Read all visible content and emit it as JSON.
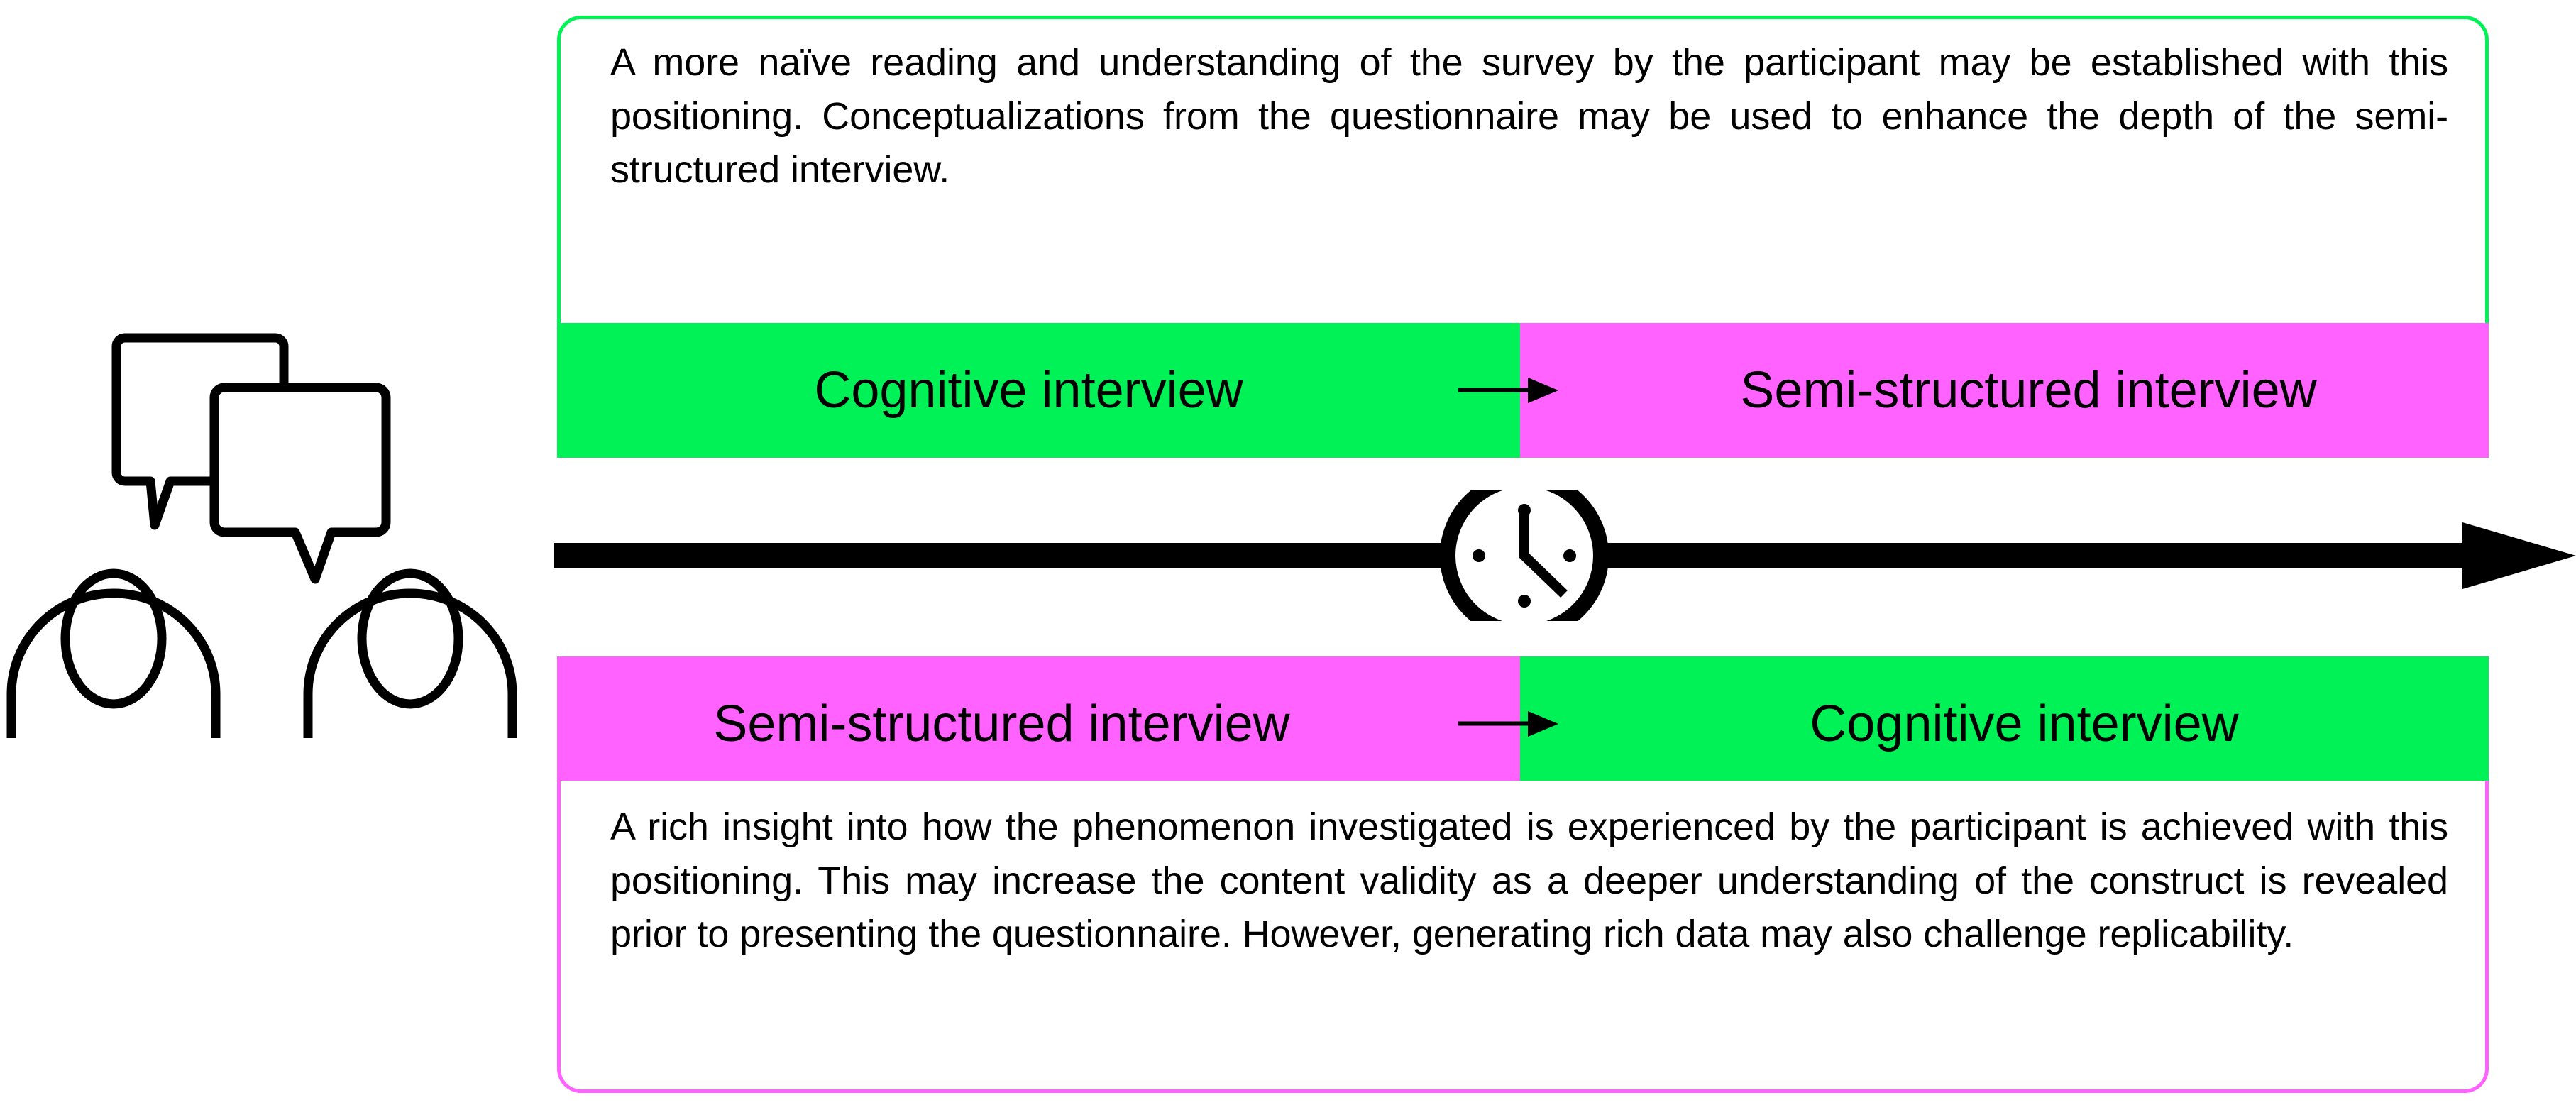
{
  "colors": {
    "green": "#00F257",
    "magenta": "#FF62FF",
    "black": "#000000",
    "background": "#FFFFFF"
  },
  "left_icon": {
    "name": "two-people-conversation-icon",
    "description": "Two person outlines beneath two overlapping speech bubbles"
  },
  "timeline": {
    "name": "time-axis",
    "direction": "left-to-right",
    "clock_icon": "clock-icon",
    "clock_hands": {
      "minute": "12",
      "hour": "4"
    }
  },
  "top_sequence": {
    "callout_text": "A more naïve reading and understanding of the survey by the participant may be established with this positioning. Conceptualizations from the questionnaire may be used to enhance the depth of the semi-structured interview.",
    "callout_border_color": "#00F257",
    "steps": [
      {
        "label": "Cognitive interview",
        "color": "#00F257"
      },
      {
        "label": "Semi-structured interview",
        "color": "#FF62FF"
      }
    ],
    "connector": "arrow-right-icon"
  },
  "bottom_sequence": {
    "callout_text": "A rich insight into how the phenomenon investigated is experienced by the participant is achieved with this positioning. This may increase the content validity as a deeper understanding of the construct is revealed prior to presenting the questionnaire. However, generating rich data may also challenge replicability.",
    "callout_border_color": "#FF62FF",
    "steps": [
      {
        "label": "Semi-structured interview",
        "color": "#FF62FF"
      },
      {
        "label": "Cognitive interview",
        "color": "#00F257"
      }
    ],
    "connector": "arrow-right-icon"
  }
}
